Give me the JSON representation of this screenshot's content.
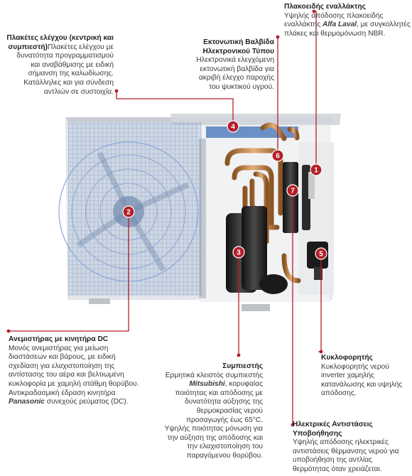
{
  "callouts": {
    "plate_heat_exchanger": {
      "title": "Πλακοειδής εναλλάκτης",
      "text_before": "Υψηλής απόδοσης πλακοειδής εναλλάκτης ",
      "brand": "Alfa Laval",
      "text_after": ", με συγκολλητές πλάκες και θερμομόνωση NBR.",
      "number": "1"
    },
    "control_boards": {
      "title": "Πλακέτες ελέγχου (κεντρική και συμπιεστή)",
      "text": "Πλακέτες ελέγχου με δυνατότητα προγραμματισμού και αναβάθμισης με ειδική σήμανση της καλωδίωσης. Κατάλληλες και για σύνδεση αντλιών σε συστοιχία.",
      "number": "4"
    },
    "expansion_valve": {
      "title_line1": "Εκτονωτική Βαλβίδα",
      "title_line2": "Ηλεκτρονικού Τύπου",
      "text": "Ηλεκτρονικά ελεγχόμενη εκτονωτική βαλβίδα για ακριβή έλεγχο παροχής του ψυκτικού υγρού.",
      "number": "6"
    },
    "fan": {
      "title": "Ανεμιστήρας με κινητήρα DC",
      "text_before": "Μονός ανεμιστήρας για μείωση διαστάσεων και βάρους, με ειδική σχεδίαση για ελαχιστοποίηση της αντίστασης του αέρα και βελτιωμένη κυκλοφορία με χαμηλή στάθμη θορύβου. Αντικραδασμική έδραση κινητήρα ",
      "brand": "Panasonic",
      "text_after": " συνεχούς ρεύματος (DC).",
      "number": "2"
    },
    "compressor": {
      "title": "Συμπιεστής",
      "text_before": "Ερμητικά κλειστός συμπιεστής ",
      "brand": "Mitsubishi",
      "text_after": ", κορυφαίας ποιότητας και απόδοσης με δυνατότητα αύξησης της θερμοκρασίας νερού προσαγωγής έως 65°C. Υψηλής ποιότητας μόνωση για την αύξηση της απόδοσης και την ελαχιστοποίηση του παραγόμενου θορύβου.",
      "number": "3"
    },
    "circulator": {
      "title": "Κυκλοφορητής",
      "text": "Κυκλοφορητής νερού inverter χαμηλής κατανάλωσης και υψηλής απόδοσης.",
      "number": "5"
    },
    "electric_resistances": {
      "title_line1": "Ηλεκτρικές Αντιστάσεις",
      "title_line2": "Υποβοήθησης",
      "text": "Υψηλής απόδοσης ηλεκτρικές αντιστάσεις θέρμανσης νερού για υποβοήθηση της αντλίας θερμότητας όταν χρειάζεται.",
      "number": "7"
    }
  },
  "colors": {
    "badge": "#b3202a",
    "leader": "#b3202a",
    "casing": "#d9dde2",
    "grille": "#3d6fb5",
    "copper": "#c98a4a"
  }
}
